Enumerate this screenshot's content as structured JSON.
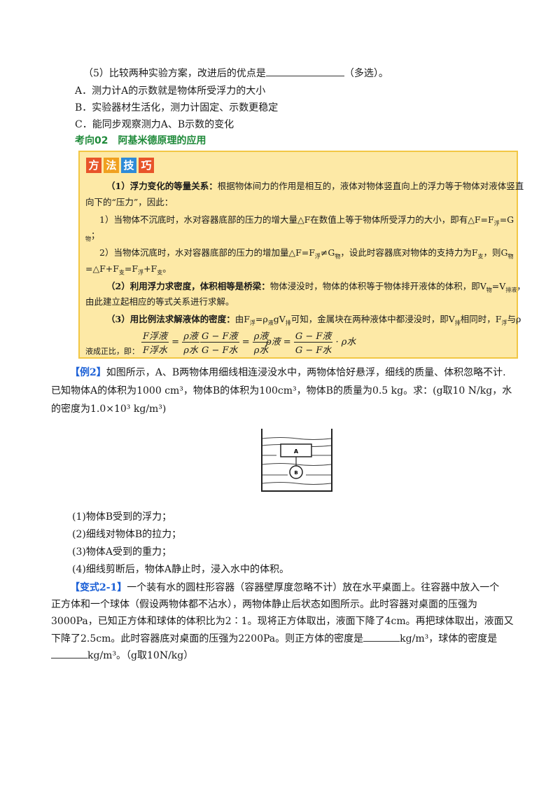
{
  "q5": {
    "stem": "（5）比较两种实验方案，改进后的优点是",
    "suffix": "（多选）。",
    "options": [
      "A．测力计A的示数就是物体所受浮力的大小",
      "B．实验器材生活化，测力计固定、示数更稳定",
      "C．能同步观察测力A、B示数的变化"
    ]
  },
  "section": {
    "title": "考向02　阿基米德原理的应用"
  },
  "tips": {
    "badge": [
      "方",
      "法",
      "技",
      "巧"
    ],
    "badge_colors": [
      "#e8542a",
      "#f0a020",
      "#2e8bd8",
      "#e8542a"
    ],
    "p1_head": "（1）浮力变化的等量关系：",
    "p1_text": "根据物体间力的作用是相互的，液体对物体竖直向上的浮力等于物体对液体竖直",
    "p1_text2": "向下的“压力”，因此：",
    "p1a_text": "1）当物体不沉底时，水对容器底部的压力的增大量△F在数值上等于物体所受浮力的大小，即有△F=F",
    "p1a_sub1": "浮",
    "p1a_end": "=G",
    "p1a_sub2": "物",
    "p1a_tail": "；",
    "p1b_text": "2）当物体沉底时，水对容器底部的压力的增加量△F=F",
    "p1b_sub1": "浮",
    "p1b_mid": "≠G",
    "p1b_sub2": "物",
    "p1b_rest": "，设此时容器底对物体的支持力为F",
    "p1b_sub3": "支",
    "p1b_rest2": "，则G",
    "p1b_sub4": "物",
    "p1b_line2": "=△F+F",
    "p1b_sub5": "支",
    "p1b_line2b": "=F",
    "p1b_sub6": "浮",
    "p1b_line2c": "+F",
    "p1b_sub7": "支",
    "p1b_line2d": "。",
    "p2_head": "（2）利用浮力求密度，体积相等是桥梁：",
    "p2_text": "物体浸没时，物体的体积等于物体排开液体的体积，即V",
    "p2_sub1": "物",
    "p2_mid": "=V",
    "p2_sub2": "排液",
    "p2_tail": "，",
    "p2_line2": "由此建立起相应的等式关系进行求解。",
    "p3_head": "（3）用比例法求解液体的密度：",
    "p3_text": "由F",
    "p3_sub1": "浮",
    "p3_mid": "=ρ",
    "p3_sub2": "液",
    "p3_mid2": "gV",
    "p3_sub3": "排",
    "p3_rest": "可知，金属块在两种液体中都浸没时，即V",
    "p3_sub4": "排",
    "p3_rest2": "相同时，F",
    "p3_sub5": "浮",
    "p3_rest3": "与ρ",
    "p3_line2": "液成正比，即：",
    "f1_num": "F浮液",
    "f1_den": "F浮水",
    "f1_num2": "ρ液",
    "f1_den2": "ρ水",
    "f2_num": "G − F液",
    "f2_den": "G − F水",
    "f2_num2": "ρ液",
    "f2_den2": "ρ水",
    "f3_lhs": "ρ液 =",
    "f3_num": "G − F液",
    "f3_den": "G − F水",
    "f3_rhs": "· ρ水"
  },
  "ex2": {
    "tag": "【例2】",
    "text1": "如图所示，A、B两物体用细线相连浸没水中，两物体恰好悬浮，细线的质量、体积忽略不计.",
    "text2": "已知物体A的体积为1000 cm³，物体B的体积为100cm³，物体B的质量为0.5 kg。求：(g取10 N/kg，水",
    "text3": "的密度为1.0×10³ kg/m³)",
    "figure": {
      "label_a": "A",
      "label_b": "B"
    },
    "questions": [
      "(1)物体B受到的浮力；",
      "(2)细线对物体B的拉力；",
      "(3)物体A受到的重力；",
      "(4)细线剪断后，物体A静止时，浸入水中的体积。"
    ]
  },
  "var21": {
    "tag": "【变式2-1】",
    "text1": "一个装有水的圆柱形容器（容器壁厚度忽略不计）放在水平桌面上。往容器中放入一个",
    "text2": "正方体和一个球体（假设两物体都不沾水），两物体静止后状态如图所示。此时容器对桌面的压强为",
    "text3": "3000Pa，已知正方体和球体的体积比为2∶1。现将正方体取出，液面下降了4cm。再把球体取出，液面又",
    "text4": "下降了2.5cm。此时容器底对桌面的压强为2200Pa。则正方体的密度是",
    "text4b": "kg/m³，球体的密度是",
    "text5b": "kg/m³。（g取10N/kg）"
  }
}
